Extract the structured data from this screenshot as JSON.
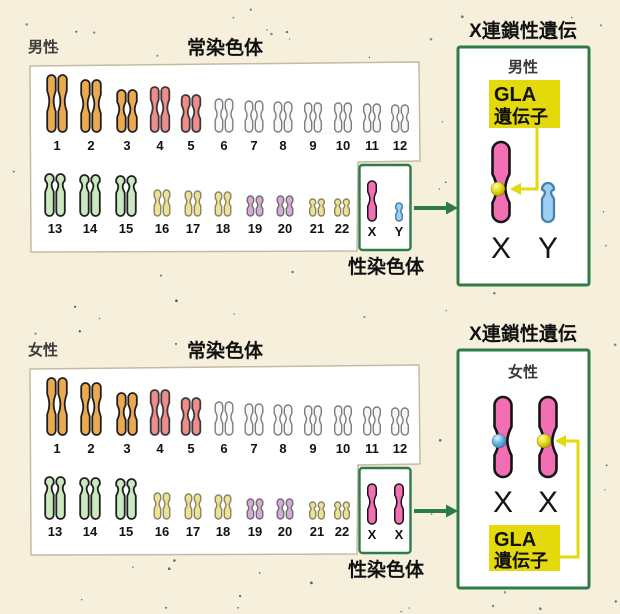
{
  "palette": {
    "background": "#f5efdc",
    "accent_green": "#2e7b4a",
    "accent_yellow": "#e4d90b",
    "panel_white": "#ffffff",
    "panel_stroke": "#c3bba2",
    "text_dark": "#141414",
    "text_gray": "#3d3d3d",
    "chromosome_colors": {
      "orange": "#ebaa50",
      "salmon": "#f18c8c",
      "white": "#f8f8f6",
      "green": "#cae9bf",
      "yellow": "#ece199",
      "purple": "#d8aadb",
      "pink": "#f26fb4",
      "blue": "#9dcff2"
    },
    "marker_yellow": "#e6dc15",
    "marker_blue": "#5fb4e6"
  },
  "sections": [
    {
      "id": "male",
      "person_label": "男性",
      "autosome_title": "常染色体",
      "sex_chromosome_title": "性染色体",
      "karyotype": {
        "row1": [
          {
            "label": "1",
            "color": "orange"
          },
          {
            "label": "2",
            "color": "orange"
          },
          {
            "label": "3",
            "color": "orange"
          },
          {
            "label": "4",
            "color": "salmon"
          },
          {
            "label": "5",
            "color": "salmon"
          },
          {
            "label": "6",
            "color": "white"
          },
          {
            "label": "7",
            "color": "white"
          },
          {
            "label": "8",
            "color": "white"
          },
          {
            "label": "9",
            "color": "white"
          },
          {
            "label": "10",
            "color": "white"
          },
          {
            "label": "11",
            "color": "white"
          },
          {
            "label": "12",
            "color": "white"
          }
        ],
        "row2": [
          {
            "label": "13",
            "color": "green"
          },
          {
            "label": "14",
            "color": "green"
          },
          {
            "label": "15",
            "color": "green"
          },
          {
            "label": "16",
            "color": "yellow"
          },
          {
            "label": "17",
            "color": "yellow"
          },
          {
            "label": "18",
            "color": "yellow"
          },
          {
            "label": "19",
            "color": "purple"
          },
          {
            "label": "20",
            "color": "purple"
          },
          {
            "label": "21",
            "color": "yellow"
          },
          {
            "label": "22",
            "color": "yellow"
          }
        ],
        "sex": [
          {
            "label": "X",
            "color": "pink"
          },
          {
            "label": "Y",
            "color": "blue"
          }
        ]
      },
      "inheritance": {
        "title": "X連鎖性遺伝",
        "person_label": "男性",
        "gene_label": [
          "GLA",
          "遺伝子"
        ],
        "chromosome_labels": [
          "X",
          "Y"
        ],
        "marker_on": "X",
        "marker_color": "yellow"
      }
    },
    {
      "id": "female",
      "person_label": "女性",
      "autosome_title": "常染色体",
      "sex_chromosome_title": "性染色体",
      "karyotype": {
        "row1": [
          {
            "label": "1",
            "color": "orange"
          },
          {
            "label": "2",
            "color": "orange"
          },
          {
            "label": "3",
            "color": "orange"
          },
          {
            "label": "4",
            "color": "salmon"
          },
          {
            "label": "5",
            "color": "salmon"
          },
          {
            "label": "6",
            "color": "white"
          },
          {
            "label": "7",
            "color": "white"
          },
          {
            "label": "8",
            "color": "white"
          },
          {
            "label": "9",
            "color": "white"
          },
          {
            "label": "10",
            "color": "white"
          },
          {
            "label": "11",
            "color": "white"
          },
          {
            "label": "12",
            "color": "white"
          }
        ],
        "row2": [
          {
            "label": "13",
            "color": "green"
          },
          {
            "label": "14",
            "color": "green"
          },
          {
            "label": "15",
            "color": "green"
          },
          {
            "label": "16",
            "color": "yellow"
          },
          {
            "label": "17",
            "color": "yellow"
          },
          {
            "label": "18",
            "color": "yellow"
          },
          {
            "label": "19",
            "color": "purple"
          },
          {
            "label": "20",
            "color": "purple"
          },
          {
            "label": "21",
            "color": "yellow"
          },
          {
            "label": "22",
            "color": "yellow"
          }
        ],
        "sex": [
          {
            "label": "X",
            "color": "pink"
          },
          {
            "label": "X",
            "color": "pink"
          }
        ]
      },
      "inheritance": {
        "title": "X連鎖性遺伝",
        "person_label": "女性",
        "gene_label": [
          "GLA",
          "遺伝子"
        ],
        "chromosome_labels": [
          "X",
          "X"
        ],
        "marker_on": "X (right)",
        "marker_color": "yellow",
        "second_marker_color": "blue"
      }
    }
  ]
}
